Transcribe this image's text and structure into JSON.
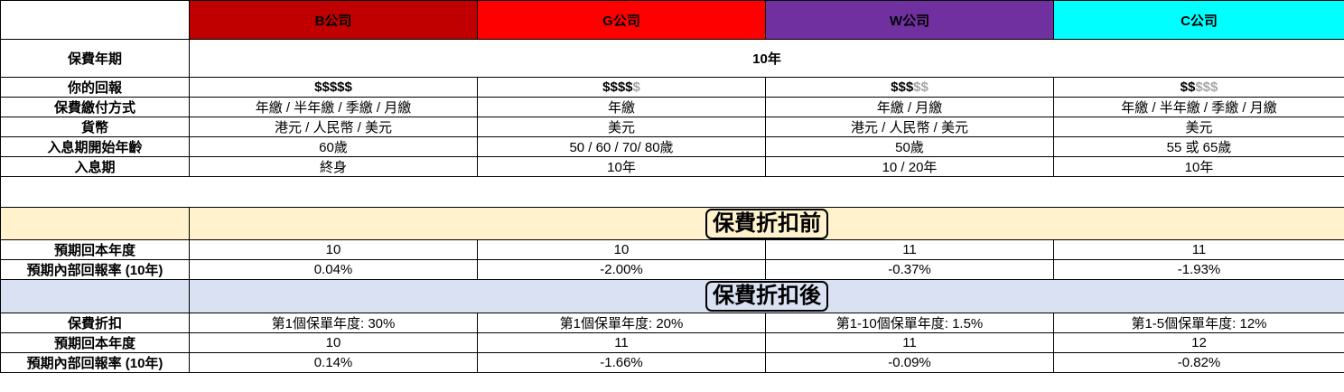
{
  "header": {
    "companies": [
      {
        "name": "B公司",
        "color": "#c00000"
      },
      {
        "name": "G公司",
        "color": "#ff0000"
      },
      {
        "name": "W公司",
        "color": "#7030a0"
      },
      {
        "name": "C公司",
        "color": "#00ffff"
      }
    ]
  },
  "term": {
    "label": "保費年期",
    "value": "10年"
  },
  "returns": {
    "label": "你的回報",
    "values": [
      {
        "on": "$$$$$",
        "off": ""
      },
      {
        "on": "$$$$",
        "off": "$"
      },
      {
        "on": "$$$",
        "off": "$$"
      },
      {
        "on": "$$",
        "off": "$$$"
      }
    ]
  },
  "rows": [
    {
      "label": "保費繳付方式",
      "values": [
        "年繳 / 半年繳 / 季繳 / 月繳",
        "年繳",
        "年繳 / 月繳",
        "年繳 / 半年繳 / 季繳 / 月繳"
      ]
    },
    {
      "label": "貨幣",
      "values": [
        "港元 / 人民幣 / 美元",
        "美元",
        "港元 / 人民幣 / 美元",
        "美元"
      ]
    },
    {
      "label": "入息期開始年齡",
      "values": [
        "60歲",
        "50 / 60 / 70/ 80歲",
        "50歲",
        "55 或 65歲"
      ]
    },
    {
      "label": "入息期",
      "values": [
        "終身",
        "10年",
        "10 / 20年",
        "10年"
      ]
    }
  ],
  "before_discount": {
    "title": "保費折扣前",
    "rows": [
      {
        "label": "預期回本年度",
        "values": [
          "10",
          "10",
          "11",
          "11"
        ]
      },
      {
        "label": "預期內部回報率 (10年)",
        "values": [
          "0.04%",
          "-2.00%",
          "-0.37%",
          "-1.93%"
        ]
      }
    ]
  },
  "after_discount": {
    "title": "保費折扣後",
    "rows": [
      {
        "label": "保費折扣",
        "values": [
          "第1個保單年度: 30%",
          "第1個保單年度: 20%",
          "第1-10個保單年度: 1.5%",
          "第1-5個保單年度: 12%"
        ]
      },
      {
        "label": "預期回本年度",
        "values": [
          "10",
          "11",
          "11",
          "12"
        ]
      },
      {
        "label": "預期內部回報率 (10年)",
        "values": [
          "0.14%",
          "-1.66%",
          "-0.09%",
          "-0.82%"
        ]
      }
    ]
  }
}
